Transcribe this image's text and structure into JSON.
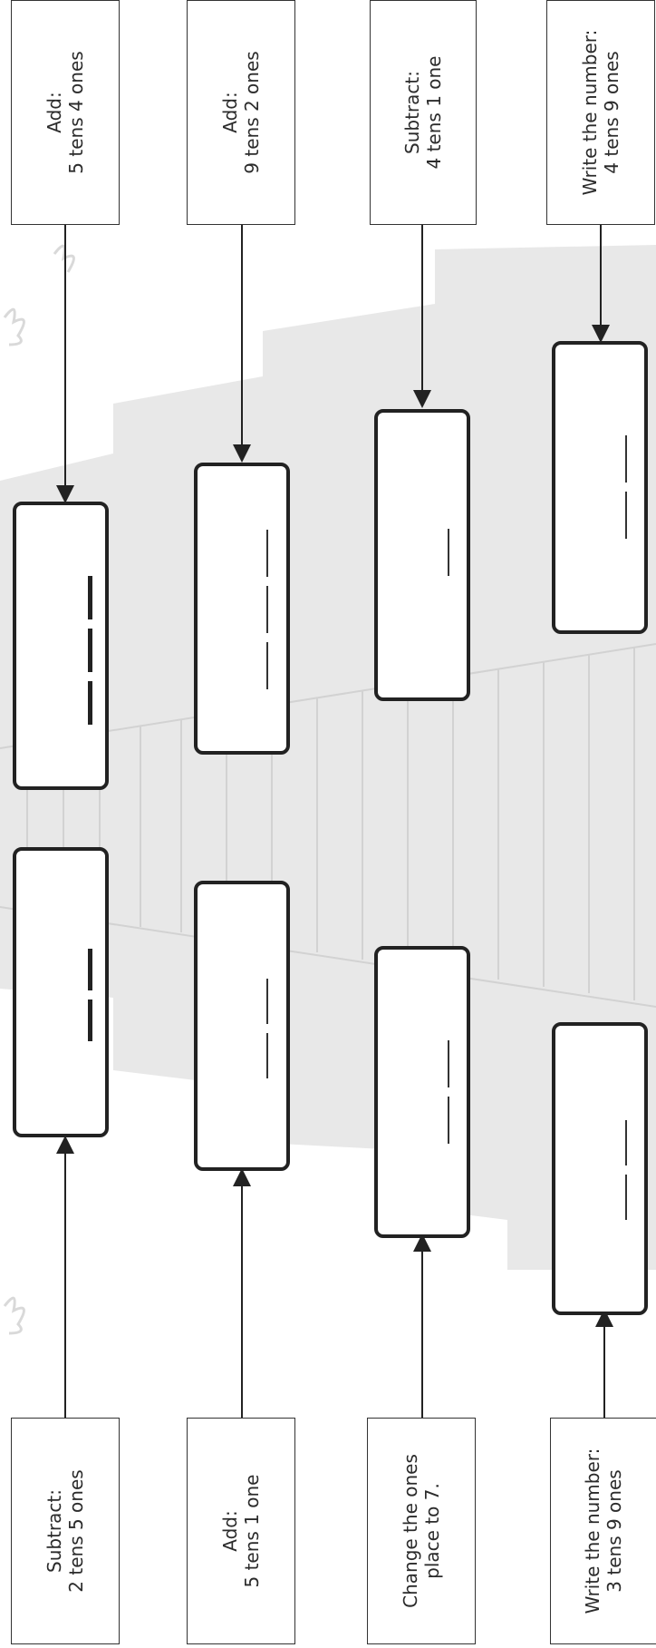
{
  "top_labels": [
    {
      "lines": [
        "Add:",
        "5 tens 4 ones"
      ]
    },
    {
      "lines": [
        "Add:",
        "9 tens 2 ones"
      ]
    },
    {
      "lines": [
        "Subtract:",
        "4 tens 1 one"
      ]
    },
    {
      "lines": [
        "Write the number:",
        "4 tens 9 ones"
      ]
    }
  ],
  "bottom_labels": [
    {
      "lines": [
        "Subtract:",
        "2 tens 5 ones"
      ]
    },
    {
      "lines": [
        "Add:",
        "5 tens 1 one"
      ]
    },
    {
      "lines": [
        "Change the ones",
        "place to 7."
      ]
    },
    {
      "lines": [
        "Write the number:",
        "3 tens 9 ones"
      ]
    }
  ],
  "colors": {
    "background_shape": "#e8e8e8",
    "stair_lines": "#d2d2d2",
    "box_border": "#222222",
    "label_border": "#333333"
  }
}
